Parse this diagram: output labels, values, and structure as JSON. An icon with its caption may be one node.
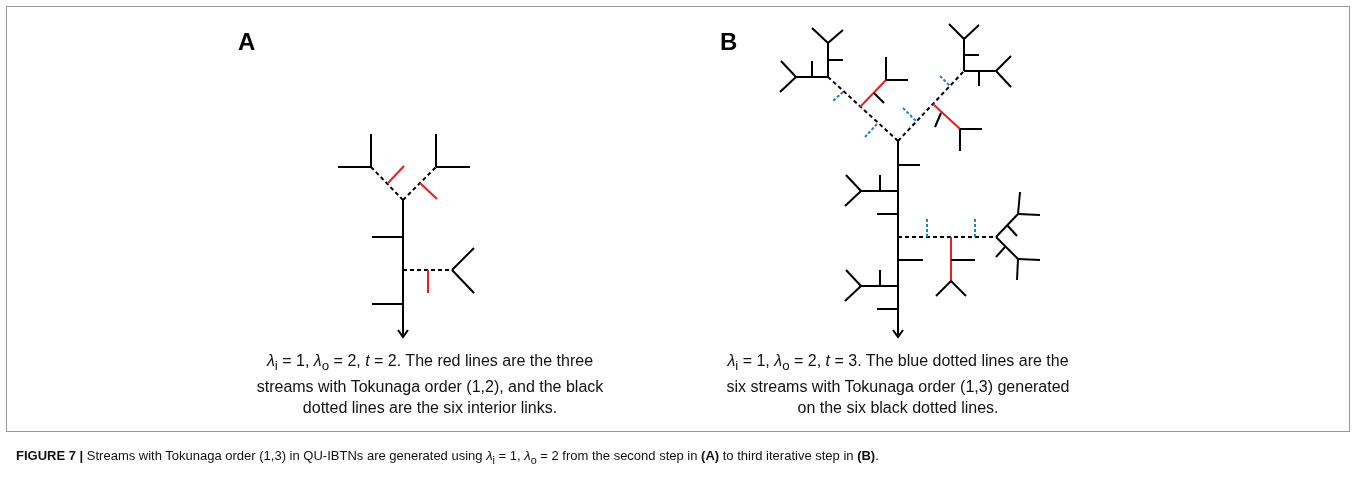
{
  "diagram": {
    "caption": "**FIGURE 7 |** Streams with Tokunaga order (1,3) in QU-IBTNs are generated using *λ*$_{i}$ = 1, *λ*$_{o}$ = 2 from the second step in **(A)** to third iterative step in **(B)**.",
    "labels": [
      "A",
      "B",
      "*λ*$_{i}$ = 1, *λ*$_{o}$ = 2, *t* = 2. The red lines are the three streams with Tokunaga order (1,2), and the black dotted lines are the six interior links.",
      "*λ*$_{i}$ = 1, *λ*$_{o}$ = 2, *t* = 3. The blue dotted lines are the six streams with Tokunaga order (1,3) generated on the six black dotted lines."
    ]
  }
}
